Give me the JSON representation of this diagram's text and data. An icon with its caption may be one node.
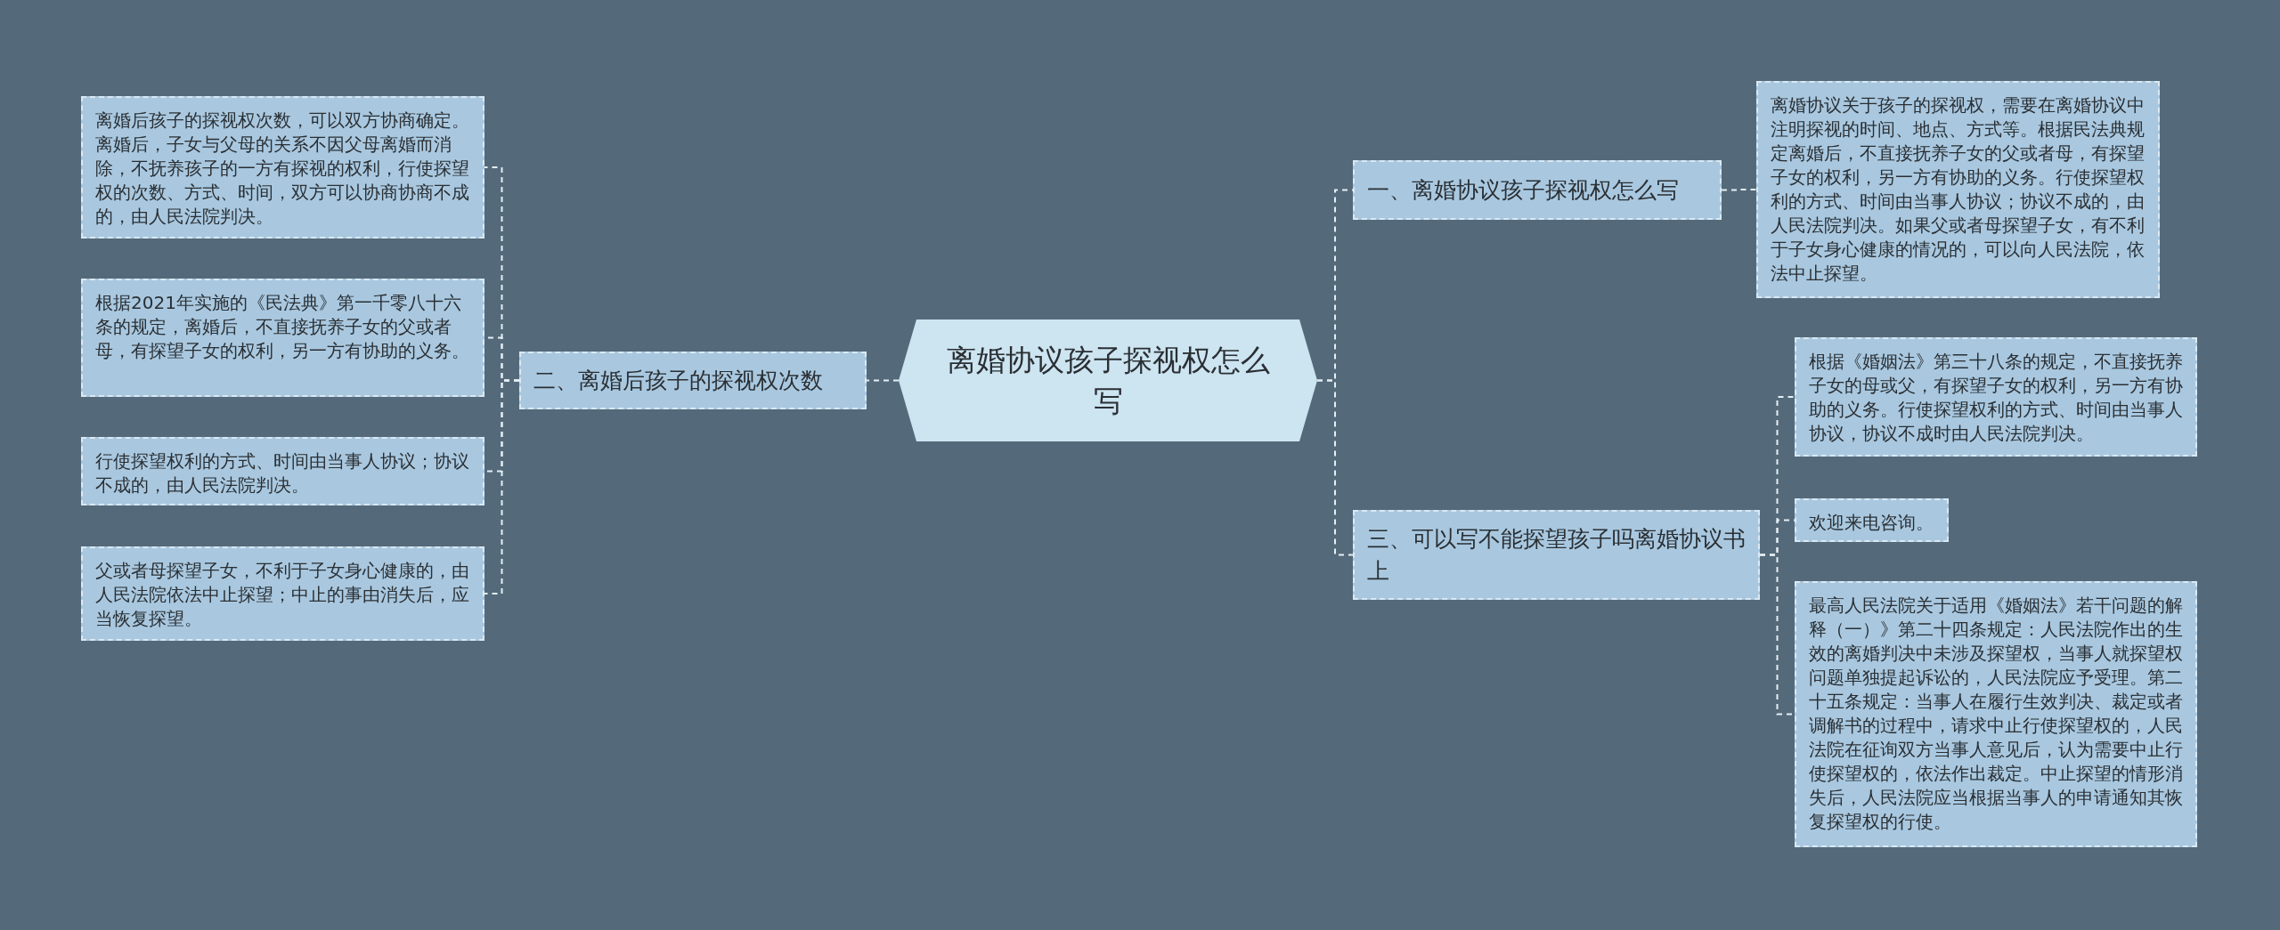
{
  "diagram": {
    "nodes": [
      {
        "text": [
          "离婚协议孩子探视权怎么写"
        ]
      },
      {
        "text": [
          "一、离婚协议孩子探视权怎么写"
        ]
      },
      {
        "text": [
          "离婚协议关于孩子的探视权，需要在离婚协议中注明探视的时间、地点、方式等。根据民法典规定离婚后，不直接抚养子女的父或者母，有探望子女的权利，另一方有协助的义务。行使探望权利的方式、时间由当事人协议；协议不成的，由人民法院判决。如果父或者母探望子女，有不利于子女身心健康的情况的，可以向人民法院，依法中止探望。"
        ]
      },
      {
        "text": [
          "二、离婚后孩子的探视权次数"
        ]
      },
      {
        "text": [
          "离婚后孩子的探视权次数，可以双方协商确定。离婚后，子女与父母的关系不因父母离婚而消除，不抚养孩子的一方有探视的权利，行使探望权的次数、方式、时间，双方可以协商协商不成的，由人民法院判决。"
        ]
      },
      {
        "text": [
          "根据2021年实施的《民法典》第一千零八十六条的规定，离婚后，不直接抚养子女的父或者母，有探望子女的权利，另一方有协助的义务。"
        ]
      },
      {
        "text": [
          "行使探望权利的方式、时间由当事人协议；协议不成的，由人民法院判决。"
        ]
      },
      {
        "text": [
          "父或者母探望子女，不利于子女身心健康的，由人民法院依法中止探望；中止的事由消失后，应当恢复探望。"
        ]
      },
      {
        "text": [
          "三、可以写不能探望孩子吗离婚协议书上"
        ]
      },
      {
        "text": [
          "根据《婚姻法》第三十八条的规定，不直接抚养子女的母或父，有探望子女的权利，另一方有协助的义务。行使探望权利的方式、时间由当事人协议，协议不成时由人民法院判决。"
        ]
      },
      {
        "text": [
          "欢迎来电咨询。"
        ]
      },
      {
        "text": [
          "最高人民法院关于适用《婚姻法》若干问题的解释（一）》第二十四条规定：人民法院作出的生效的离婚判决中未涉及探望权，当事人就探望权问题单独提起诉讼的，人民法院应予受理。第二十五条规定：当事人在履行生效判决、裁定或者调解书的过程中，请求中止行使探望权的，人民法院在征询双方当事人意见后，认为需要中止行使探望权的，依法作出裁定。中止探望的情形消失后，人民法院应当根据当事人的申请通知其恢复探望权的行使。"
        ]
      }
    ],
    "edges": [
      {
        "from": 0,
        "to": 1,
        "arrow": "none"
      },
      {
        "from": 1,
        "to": 2,
        "arrow": "none"
      },
      {
        "from": 0,
        "to": 3,
        "arrow": "none"
      },
      {
        "from": 3,
        "to": 4,
        "arrow": "none"
      },
      {
        "from": 3,
        "to": 5,
        "arrow": "none"
      },
      {
        "from": 3,
        "to": 6,
        "arrow": "none"
      },
      {
        "from": 3,
        "to": 7,
        "arrow": "none"
      },
      {
        "from": 0,
        "to": 8,
        "arrow": "none"
      },
      {
        "from": 8,
        "to": 9,
        "arrow": "none"
      },
      {
        "from": 8,
        "to": 10,
        "arrow": "none"
      },
      {
        "from": 8,
        "to": 11,
        "arrow": "none"
      }
    ]
  }
}
